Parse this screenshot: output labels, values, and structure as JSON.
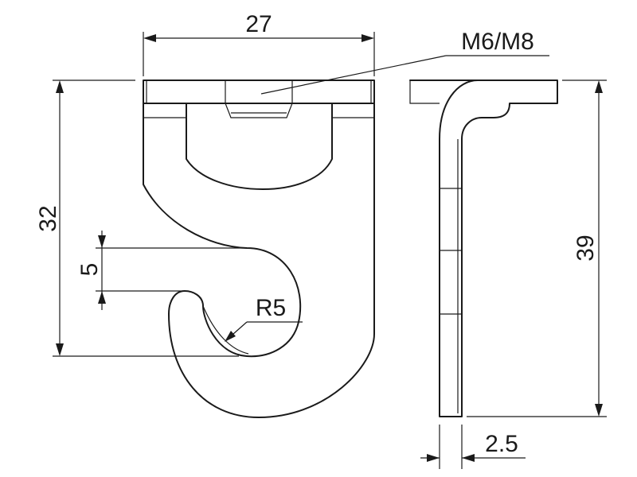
{
  "dimensions": {
    "width": "27",
    "height_left": "32",
    "gap": "5",
    "radius": "R5",
    "height_right": "39",
    "thickness": "2.5"
  },
  "callouts": {
    "thread": "M6/M8"
  }
}
